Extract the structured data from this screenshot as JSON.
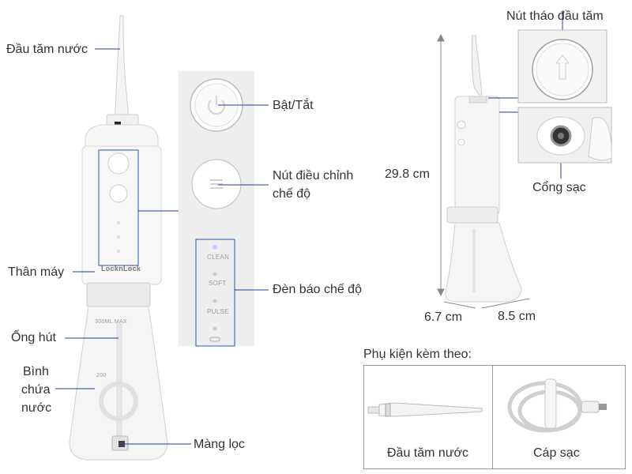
{
  "labels": {
    "nozzle": "Đầu tăm nước",
    "power": "Bật/Tắt",
    "mode_button_line1": "Nút điều chỉnh",
    "mode_button_line2": "chế độ",
    "body": "Thân máy",
    "mode_lights": "Đèn báo chế độ",
    "tube": "Ống hút",
    "tank_line1": "Bình",
    "tank_line2": "chứa",
    "tank_line3": "nước",
    "filter": "Màng lọc",
    "release_button": "Nút tháo đầu tăm",
    "charge_port": "Cổng sạc"
  },
  "panel_modes": [
    "CLEAN",
    "SOFT",
    "PULSE"
  ],
  "device": {
    "brand": "LocknLock",
    "tank_mark_top": "300ML MAX",
    "tank_mark_mid": "200"
  },
  "dimensions": {
    "height": "29.8 cm",
    "depth": "6.7 cm",
    "width": "8.5 cm"
  },
  "accessories": {
    "title": "Phụ kiện kèm theo:",
    "items": [
      "Đầu tăm nước",
      "Cáp sạc"
    ]
  },
  "colors": {
    "callout_line": "#1f3f8f",
    "highlight_box": "#2f56b0",
    "panel_bg": "#eeeeee"
  }
}
